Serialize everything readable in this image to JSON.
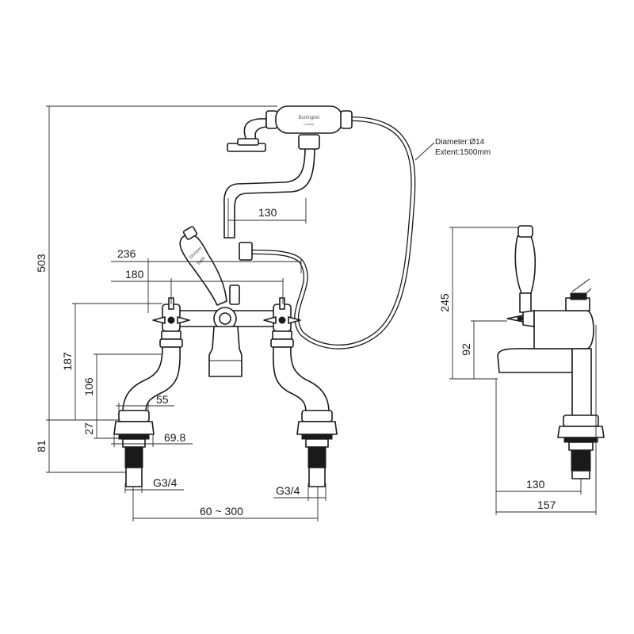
{
  "dimensions": {
    "overall_height": "503",
    "base_height": "81",
    "handle_center_height": "187",
    "spout_height": "106",
    "shank_height": "27",
    "outer_width": "236",
    "handle_spacing": "180",
    "hose_offset": "130",
    "inner_width": "55",
    "flange_width": "69.8",
    "thread_left": "G3/4",
    "thread_right": "G3/4",
    "centers_range": "60 ~ 300",
    "side_height": "245",
    "side_handle_height": "92",
    "side_reach": "130",
    "side_total_reach": "157"
  },
  "hose_note": {
    "diameter": "Diameter:Ø14",
    "extent": "Extent:1500mm"
  },
  "handset_brand": {
    "name": "Burlington",
    "city": "London"
  },
  "lever_brand": {
    "line1": "Shower",
    "line2": "Bath"
  }
}
